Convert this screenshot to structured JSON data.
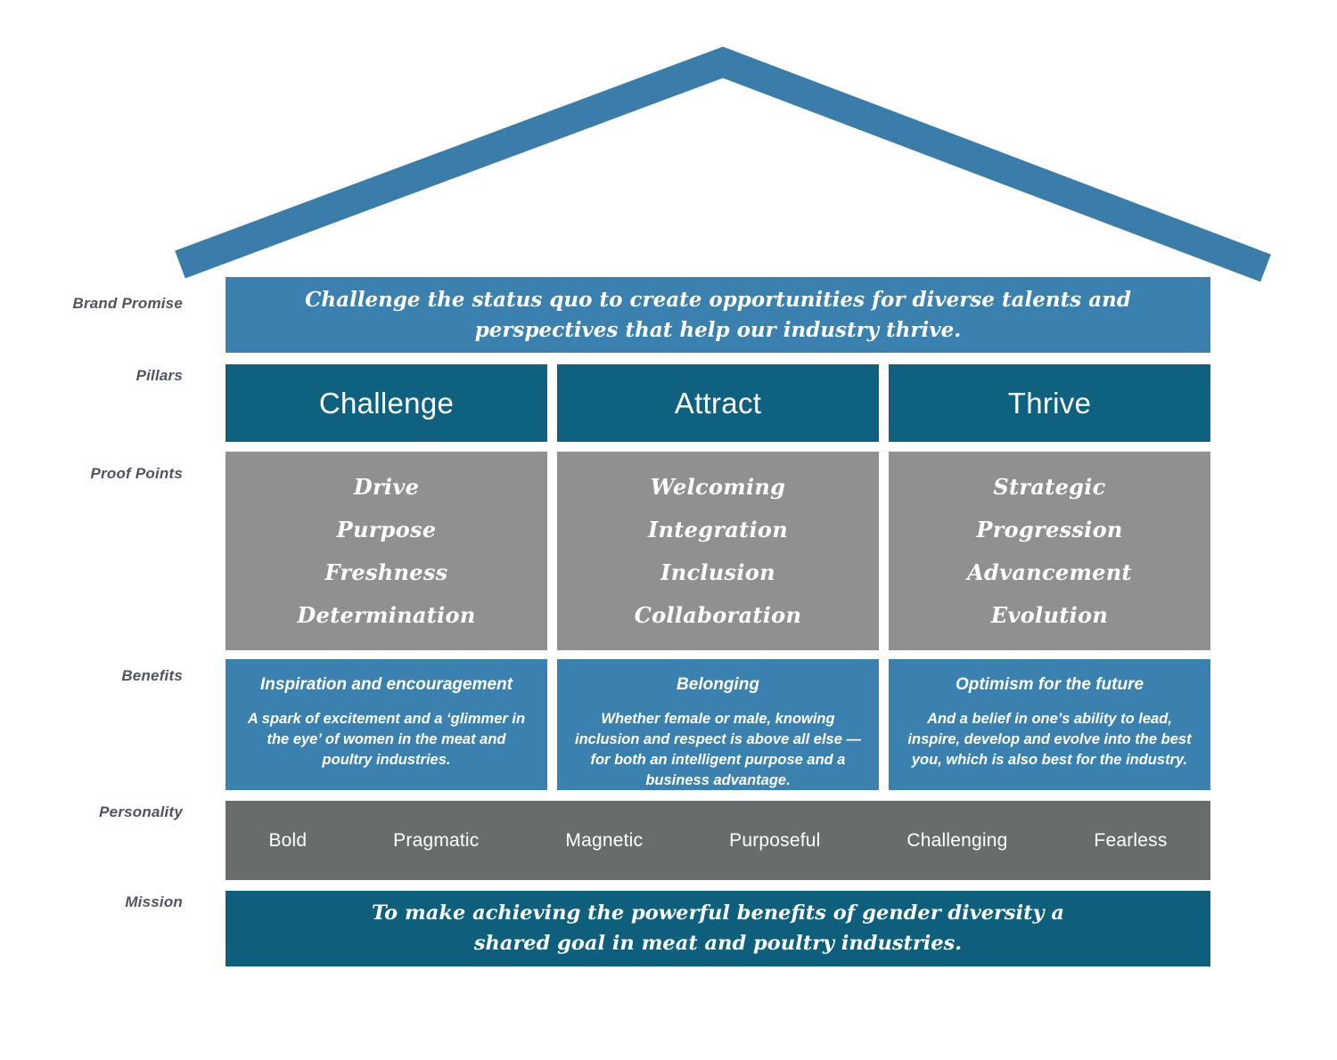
{
  "labels": {
    "brand_promise": "Brand Promise",
    "pillars": "Pillars",
    "proof_points": "Proof Points",
    "benefits": "Benefits",
    "personality": "Personality",
    "mission": "Mission"
  },
  "brand_promise": {
    "text": "Challenge the status quo to create opportunities for diverse talents and perspectives that help our industry thrive."
  },
  "columns": [
    {
      "pillar": "Challenge",
      "proof_points": [
        "Drive",
        "Purpose",
        "Freshness",
        "Determination"
      ],
      "benefit": {
        "title": "Inspiration and encouragement",
        "text": "A spark of excitement and a ‘glimmer in the eye’ of women in the meat and poultry industries."
      }
    },
    {
      "pillar": "Attract",
      "proof_points": [
        "Welcoming",
        "Integration",
        "Inclusion",
        "Collaboration"
      ],
      "benefit": {
        "title": "Belonging",
        "text": "Whether female or male, knowing inclusion and respect is above all else —for both an intelligent purpose and a business advantage."
      }
    },
    {
      "pillar": "Thrive",
      "proof_points": [
        "Strategic",
        "Progression",
        "Advancement",
        "Evolution"
      ],
      "benefit": {
        "title": "Optimism for the future",
        "text": "And a belief in one’s ability to lead, inspire, develop and evolve into the best you, which is also best for the industry."
      }
    }
  ],
  "personality": {
    "traits": [
      "Bold",
      "Pragmatic",
      "Magnetic",
      "Purposeful",
      "Challenging",
      "Fearless"
    ]
  },
  "mission": {
    "text": "To make achieving the powerful benefits of gender diversity a shared goal in meat and poultry industries."
  },
  "colors": {
    "roof_blue": "#3A7DAA",
    "promise_blue": "#3A81B0",
    "pillar_teal": "#0E6280",
    "proof_gray": "#8F9090",
    "benefit_blue": "#3A81B0",
    "personality_gray": "#696C6C",
    "mission_teal": "#0D5F7C",
    "label_gray": "#4E5560",
    "text_white": "#FFFFFF"
  }
}
